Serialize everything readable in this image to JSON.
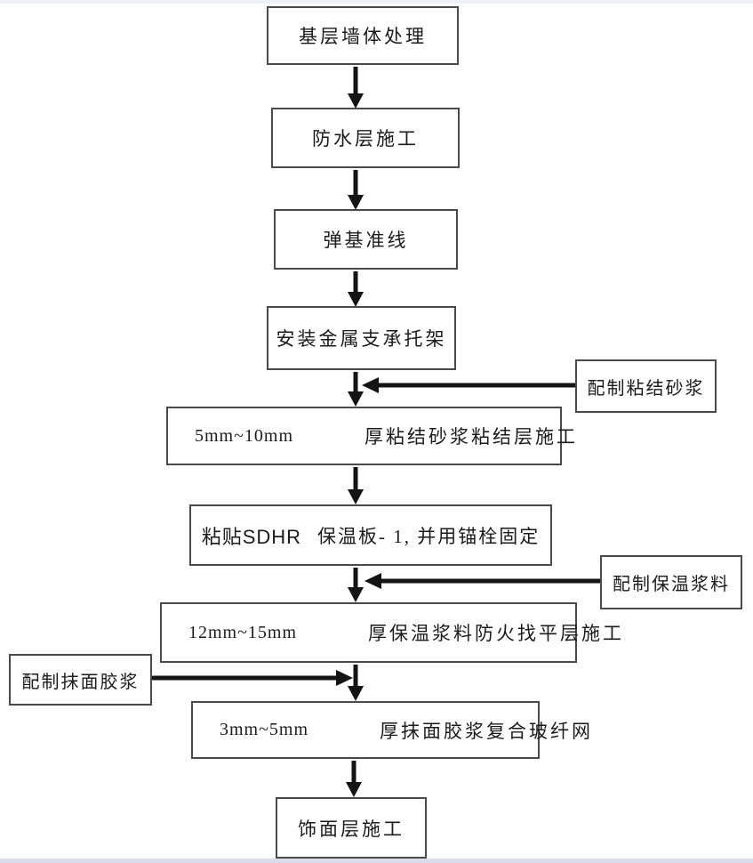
{
  "colors": {
    "line": "#141414",
    "box_border": "#4a4a4a",
    "text": "#1b1b1b",
    "top_strip": "#eef1f5",
    "bottom_strip": "#d9dde9"
  },
  "flowchart": {
    "type": "process-flow",
    "direction": "top-to-bottom",
    "main_steps": [
      {
        "id": "step-1",
        "label": "基层墙体处理"
      },
      {
        "id": "step-2",
        "label": "防水层施工"
      },
      {
        "id": "step-3",
        "label": "弹基准线"
      },
      {
        "id": "step-4",
        "label": "安装金属支承托架"
      },
      {
        "id": "step-5",
        "measure": "5mm~10mm",
        "label": "厚粘结砂浆粘结层施工"
      },
      {
        "id": "step-6",
        "prefix": "粘贴SDHR",
        "label": "保温板- 1, 并用锚栓固定"
      },
      {
        "id": "step-7",
        "measure": "12mm~15mm",
        "label": "厚保温浆料防火找平层施工"
      },
      {
        "id": "step-8",
        "measure": "3mm~5mm",
        "label": "厚抹面胶浆复合玻纤网"
      },
      {
        "id": "step-9",
        "label": "饰面层施工"
      }
    ],
    "side_inputs": [
      {
        "id": "side-1",
        "label": "配制粘结砂浆",
        "side": "right",
        "feeds_into": "step-5"
      },
      {
        "id": "side-2",
        "label": "配制保温浆料",
        "side": "right",
        "feeds_into": "step-7"
      },
      {
        "id": "side-3",
        "label": "配制抹面胶浆",
        "side": "left",
        "feeds_into": "step-8"
      }
    ]
  }
}
